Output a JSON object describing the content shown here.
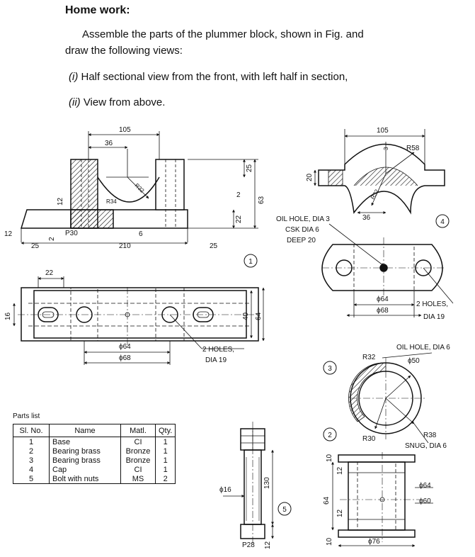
{
  "heading": "Home work:",
  "paragraph_line1": "Assemble the parts of the plummer block, shown in Fig. and",
  "paragraph_line2": "draw the following views:",
  "item1_num": "(i)",
  "item1_text": " Half sectional view from the front, with left half in section,",
  "item2_num": "(ii)",
  "item2_text": " View from above.",
  "parts_list": {
    "caption": "Parts list",
    "headers": [
      "Sl. No.",
      "Name",
      "Matl.",
      "Qty."
    ],
    "rows": [
      [
        "1",
        "Base",
        "CI",
        "1"
      ],
      [
        "2",
        "Bearing brass",
        "Bronze",
        "1"
      ],
      [
        "3",
        "Bearing brass",
        "Bronze",
        "1"
      ],
      [
        "4",
        "Cap",
        "CI",
        "1"
      ],
      [
        "5",
        "Bolt with nuts",
        "MS",
        "2"
      ]
    ]
  },
  "dims": {
    "d105a": "105",
    "d36a": "36",
    "r32a": "R32",
    "r34": "R34",
    "d25top": "25",
    "d63": "63",
    "d2a": "2",
    "d22": "22",
    "d12v": "12",
    "d12h": "12",
    "d25a": "25",
    "d2b": "2",
    "p30": "P30",
    "d6": "6",
    "d210": "210",
    "d25b": "25",
    "d22b": "22",
    "d16": "16",
    "d40": "40",
    "d64v": "64",
    "phi64a": "ϕ64",
    "phi68a": "ϕ68",
    "holes_a1": "2 HOLES,",
    "holes_a2": "DIA 19",
    "d105b": "105",
    "d3": "3",
    "r58": "R58",
    "d20": "20",
    "r32b": "R32",
    "d36b": "36",
    "oil1": "OIL HOLE, DIA 3",
    "oil2": "CSK DIA 6",
    "oil3": "DEEP 20",
    "phi64b": "ϕ64",
    "phi68b": "ϕ68",
    "holes_b1": "2 HOLES,",
    "holes_b2": "DIA 19",
    "oil_b": "OIL HOLE, DIA 6",
    "r32c": "R32",
    "phi50": "ϕ50",
    "r30": "R30",
    "r38": "R38",
    "snug": "SNUG, DIA 6",
    "d10a": "10",
    "d12c": "12",
    "d12d": "12",
    "d64w": "64",
    "d10b": "10",
    "phi64c": "ϕ64",
    "phi60": "ϕ60",
    "phi76": "ϕ76",
    "phi16": "ϕ16",
    "d130": "130",
    "p28": "P28",
    "d12e": "12"
  },
  "callouts": {
    "c1": "1",
    "c2": "2",
    "c3": "3",
    "c4": "4",
    "c5": "5"
  }
}
